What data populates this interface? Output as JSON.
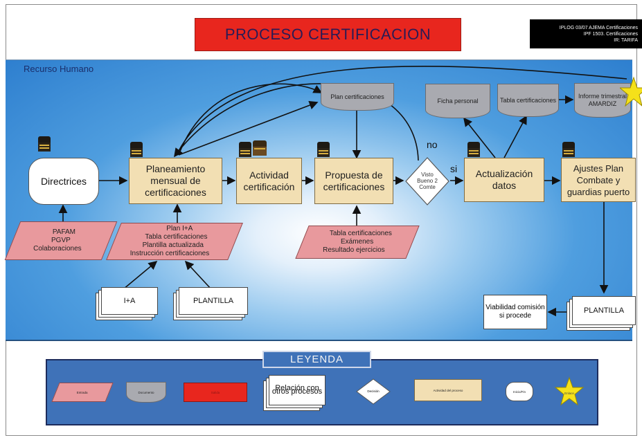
{
  "header": {
    "title": "PROCESO CERTIFICACION",
    "refs": [
      "IPLOG 03/07 AJEMA Certificaciones",
      "IPF 1503. Certificaciones",
      "IR: TARIFA"
    ]
  },
  "section_label": "Recurso Humano",
  "nodes": {
    "directrices": "Directrices",
    "planeamiento": "Planeamiento mensual de certificaciones",
    "actividad": "Actividad certificación",
    "propuesta": "Propuesta de certificaciones",
    "visto": "Visto Bueno 2 Comte",
    "actualizacion": "Actualización datos",
    "ajustes": "Ajustes Plan Combate y guardias puerto",
    "viabilidad": "Viabilidad comisión si procede"
  },
  "documents": {
    "plan_certificaciones": "Plan certificaciones",
    "ficha_personal": "Ficha personal",
    "tabla_certificaciones": "Tabla certificaciones",
    "informe": "Informe trimestral AMARDIZ"
  },
  "inputs": {
    "directrices_in": [
      "PAFAM",
      "PGVP",
      "Colaboraciones"
    ],
    "planeamiento_in": [
      "Plan I+A",
      "Tabla certificaciones",
      "Plantilla actualizada",
      "Instrucción certificaciones"
    ],
    "propuesta_in": [
      "Tabla certificaciones",
      "Exámenes",
      "Resultado ejercicios"
    ]
  },
  "stacks": {
    "ia": "I+A",
    "plantilla_left": "PLANTILLA",
    "plantilla_right": "PLANTILLA"
  },
  "decision_labels": {
    "no": "no",
    "si": "si"
  },
  "legend": {
    "title": "LEYENDA",
    "entrada": "Entrada",
    "documento": "Documento",
    "salida": "Salida",
    "relacion": "Relación con otros procesos",
    "decision": "Decisión",
    "actividad": "Actividad del proceso",
    "inicio_fin": "Inicio/Fin",
    "enlace": "Enlace"
  },
  "colors": {
    "title_red": "#e8261e",
    "activity_fill": "#f2dfb3",
    "input_fill": "#e8999d",
    "document_fill": "#a9aab0",
    "legend_blue": "#3f72b8",
    "star_yellow": "#f5e11a"
  }
}
